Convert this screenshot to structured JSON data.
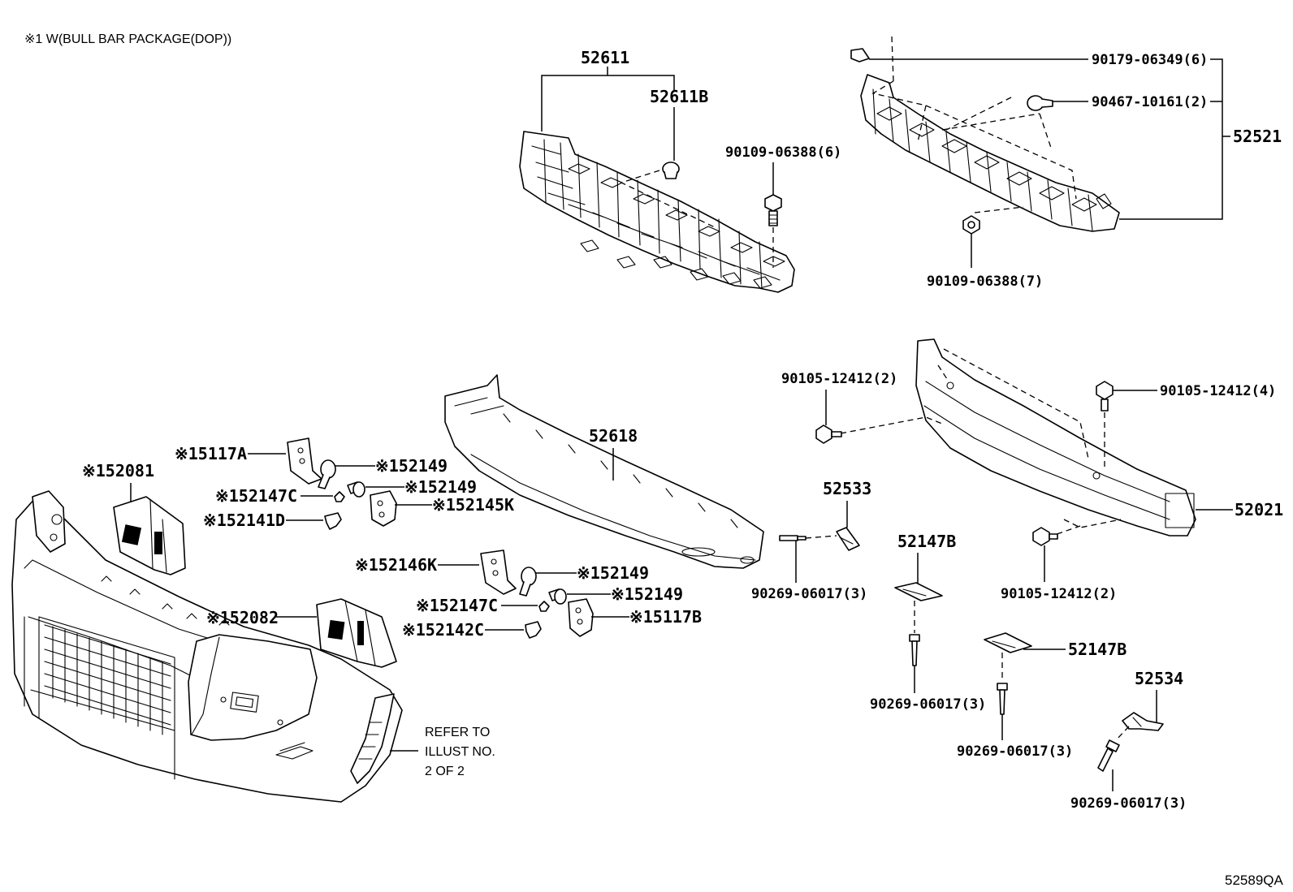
{
  "diagram": {
    "footnote": "※1 W(BULL BAR PACKAGE(DOP))",
    "figure_code": "52589QA",
    "refer_note": [
      "REFER TO",
      "ILLUST NO.",
      "2 OF 2"
    ],
    "labels": {
      "p52611": "52611",
      "p52611B": "52611B",
      "p90109_06388_6": "90109-06388(6)",
      "p90179_06349_6": "90179-06349(6)",
      "p90467_10161_2": "90467-10161(2)",
      "p52521": "52521",
      "p90109_06388_7": "90109-06388(7)",
      "p90105_12412_2a": "90105-12412(2)",
      "p90105_12412_4": "90105-12412(4)",
      "p52618": "52618",
      "p52533": "52533",
      "p52021": "52021",
      "p90269_06017_3a": "90269-06017(3)",
      "p90105_12412_2b": "90105-12412(2)",
      "p52147B_a": "52147B",
      "p52147B_b": "52147B",
      "p90269_06017_3b": "90269-06017(3)",
      "p90269_06017_3c": "90269-06017(3)",
      "p52534": "52534",
      "p90269_06017_3d": "90269-06017(3)",
      "p52081": "※152081",
      "p5117A": "※15117A",
      "p52149a": "※152149",
      "p52149b": "※152149",
      "p52147C_a": "※152147C",
      "p52145K": "※152145K",
      "p52141D": "※152141D",
      "p52146K": "※152146K",
      "p52149c": "※152149",
      "p52149d": "※152149",
      "p52147C_b": "※152147C",
      "p5117B": "※15117B",
      "p52082": "※152082",
      "p52142C": "※152142C"
    }
  }
}
